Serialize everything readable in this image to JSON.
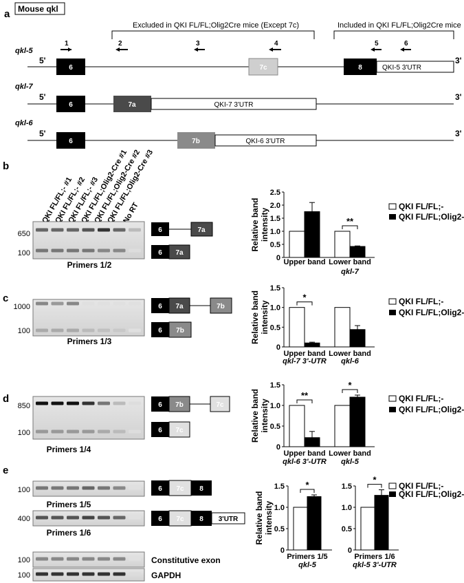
{
  "title": "Mouse qkl",
  "panels": {
    "a": "a",
    "b": "b",
    "c": "c",
    "d": "d",
    "e": "e"
  },
  "panel_a": {
    "bracket_excluded": "Excluded in QKI FL/FL;Olig2Cre mice (Except 7c)",
    "bracket_included": "Included in QKI FL/FL;Olig2Cre mice",
    "primers": [
      "1",
      "2",
      "3",
      "4",
      "5",
      "6"
    ],
    "isoforms": [
      {
        "name": "qkl-5",
        "five": "5'",
        "three": "3'",
        "exons": [
          "6",
          "7c",
          "8"
        ],
        "utr": "QKI-5 3'UTR"
      },
      {
        "name": "qkl-7",
        "five": "5'",
        "three": "3'",
        "exons": [
          "6",
          "7a"
        ],
        "utr": "QKI-7 3'UTR"
      },
      {
        "name": "qkl-6",
        "five": "5'",
        "three": "3'",
        "exons": [
          "6",
          "7b"
        ],
        "utr": "QKI-6 3'UTR"
      }
    ]
  },
  "lanes": [
    "QKI FL/FL;- #1",
    "QKI FL/FL;- #2",
    "QKI FL/FL;- #3",
    "QKI FL/FL;Olig2-Cre #1",
    "QKI FL/FL;Olig2-Cre #2",
    "QKI FL/FL;Olig2-Cre #3",
    "No RT"
  ],
  "gels": {
    "b": {
      "sizes": [
        "650",
        "100"
      ],
      "caption": "Primers 1/2",
      "top": [
        "6",
        "7a"
      ],
      "bottom": [
        "6",
        "7a"
      ]
    },
    "c": {
      "sizes": [
        "1000",
        "100"
      ],
      "caption": "Primers 1/3",
      "top": [
        "6",
        "7a",
        "7b"
      ],
      "bottom": [
        "6",
        "7b"
      ]
    },
    "d": {
      "sizes": [
        "850",
        "100"
      ],
      "caption": "Primers 1/4",
      "top": [
        "6",
        "7b",
        "7c"
      ],
      "bottom": [
        "6",
        "7c"
      ]
    },
    "e1": {
      "size": "100",
      "caption": "Primers 1/5",
      "exons": [
        "6",
        "7c",
        "8"
      ]
    },
    "e2": {
      "size": "400",
      "caption": "Primers 1/6",
      "exons": [
        "6",
        "7c",
        "8"
      ],
      "utr": "3'UTR"
    },
    "e3": {
      "size": "100",
      "caption": "Constitutive exon"
    },
    "e4": {
      "size": "100",
      "caption": "GAPDH"
    }
  },
  "legend": {
    "control": "QKI FL/FL;-",
    "cko": "QKI FL/FL;Olig2-Cre"
  },
  "chart_data": [
    {
      "type": "bar",
      "panel": "b",
      "ylabel": "Relative band intensity",
      "ylim": [
        0,
        2.5
      ],
      "yticks": [
        "0",
        "0.5",
        "1.0",
        "1.5",
        "2.0",
        "2.5"
      ],
      "categories": [
        "Upper band",
        "Lower band"
      ],
      "group_label": "qkl-7",
      "series": [
        {
          "name": "QKI FL/FL;-",
          "values": [
            1.0,
            1.0
          ]
        },
        {
          "name": "QKI FL/FL;Olig2-Cre",
          "values": [
            1.75,
            0.42
          ]
        }
      ],
      "errors": [
        [
          0,
          0
        ],
        [
          0.35,
          0.02
        ]
      ],
      "significance": [
        "",
        "**"
      ]
    },
    {
      "type": "bar",
      "panel": "c",
      "ylabel": "Relative band intensity",
      "ylim": [
        0,
        1.5
      ],
      "yticks": [
        "0",
        "0.5",
        "1.0",
        "1.5"
      ],
      "categories": [
        "Upper band",
        "Lower band"
      ],
      "category_sublabels": [
        "qkl-7 3'-UTR",
        "qkl-6"
      ],
      "series": [
        {
          "name": "QKI FL/FL;-",
          "values": [
            1.0,
            1.0
          ]
        },
        {
          "name": "QKI FL/FL;Olig2-Cre",
          "values": [
            0.1,
            0.44
          ]
        }
      ],
      "errors": [
        [
          0,
          0
        ],
        [
          0.02,
          0.1
        ]
      ],
      "significance": [
        "*",
        ""
      ]
    },
    {
      "type": "bar",
      "panel": "d",
      "ylabel": "Relative band intensity",
      "ylim": [
        0,
        1.5
      ],
      "yticks": [
        "0",
        "0.5",
        "1.0",
        "1.5"
      ],
      "categories": [
        "Upper band",
        "Lower band"
      ],
      "category_sublabels": [
        "qkl-6 3'-UTR",
        "qkl-5"
      ],
      "series": [
        {
          "name": "QKI FL/FL;-",
          "values": [
            1.0,
            1.0
          ]
        },
        {
          "name": "QKI FL/FL;Olig2-Cre",
          "values": [
            0.22,
            1.2
          ]
        }
      ],
      "errors": [
        [
          0,
          0
        ],
        [
          0.15,
          0.05
        ]
      ],
      "significance": [
        "**",
        "*"
      ]
    },
    {
      "type": "bar",
      "panel": "e-1",
      "ylabel": "Relative band intensity",
      "ylim": [
        0,
        1.5
      ],
      "yticks": [
        "0",
        "0.5",
        "1.0",
        "1.5"
      ],
      "categories": [
        "Primers 1/5"
      ],
      "category_sublabels": [
        "qkl-5"
      ],
      "series": [
        {
          "name": "QKI FL/FL;-",
          "values": [
            1.0
          ]
        },
        {
          "name": "QKI FL/FL;Olig2-Cre",
          "values": [
            1.25
          ]
        }
      ],
      "errors": [
        [
          0
        ],
        [
          0.04
        ]
      ],
      "significance": [
        "*"
      ]
    },
    {
      "type": "bar",
      "panel": "e-2",
      "ylabel": "",
      "ylim": [
        0,
        1.5
      ],
      "yticks": [
        "0",
        "0.5",
        "1.0",
        "1.5"
      ],
      "categories": [
        "Primers 1/6"
      ],
      "category_sublabels": [
        "qkl-5 3'-UTR"
      ],
      "series": [
        {
          "name": "QKI FL/FL;-",
          "values": [
            1.0
          ]
        },
        {
          "name": "QKI FL/FL;Olig2-Cre",
          "values": [
            1.28
          ]
        }
      ],
      "errors": [
        [
          0
        ],
        [
          0.13
        ]
      ],
      "significance": [
        "*"
      ]
    }
  ]
}
